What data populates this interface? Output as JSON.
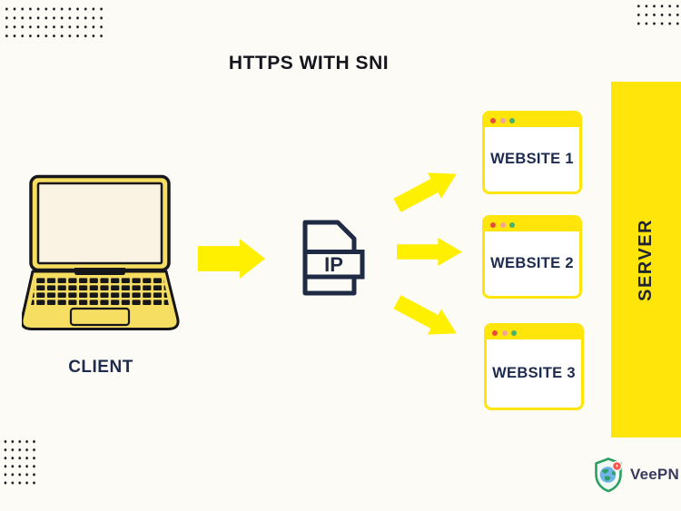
{
  "title": "HTTPS WITH SNI",
  "client": {
    "label": "CLIENT"
  },
  "ip_file": {
    "label": "IP"
  },
  "websites": [
    {
      "label": "WEBSITE 1"
    },
    {
      "label": "WEBSITE 2"
    },
    {
      "label": "WEBSITE 3"
    }
  ],
  "server": {
    "label": "SERVER"
  },
  "brand": {
    "name": "VeePN"
  },
  "colors": {
    "background": "#FDFBF6",
    "accent_yellow": "#FFE50A",
    "arrow_yellow": "#FFF000",
    "laptop_yellow": "#F6DE63",
    "screen_cream": "#FAF2E3",
    "navy_text": "#1D2B4F",
    "ink": "#15161D",
    "ip_navy": "#1F2A44",
    "window_dot_red": "#E84A3F",
    "window_dot_pink": "#F2A49B",
    "window_dot_green": "#4CAF68",
    "brand_green": "#2E9E63",
    "brand_text": "#3A3A5E"
  }
}
